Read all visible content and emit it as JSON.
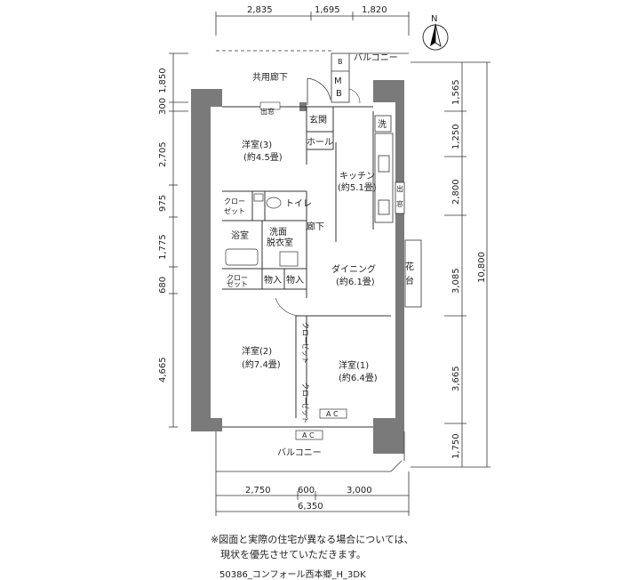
{
  "dims": {
    "top": [
      "2,835",
      "1,695",
      "1,820"
    ],
    "bottom": [
      "2,750",
      "600",
      "3,000"
    ],
    "bottom_total": "6,350",
    "left": [
      "1,850",
      "300",
      "2,705",
      "975",
      "1,775",
      "680",
      "4,665"
    ],
    "right": [
      "1,565",
      "1,250",
      "2,800",
      "3,085",
      "3,665",
      "1,750"
    ],
    "right_total": "10,800"
  },
  "labels": {
    "north": "N",
    "balcony_top": "バルコニー",
    "corridor": "共用廊下",
    "demado": "出窓",
    "genkan": "玄関",
    "hall": "ホール",
    "mb_b": "B",
    "mb": "MB",
    "sen": "洗",
    "room3": "洋室(3)",
    "room3_size": "(約4.5畳)",
    "kitchen": "キッチン",
    "kitchen_size": "(約5.1畳)",
    "closet": "クロー",
    "closet2": "ゼット",
    "toilet": "トイレ",
    "roka": "廊下",
    "yokushitsu": "浴室",
    "senmen": "洗面",
    "datsuishitsu": "脱衣室",
    "dining": "ダイニング",
    "dining_size": "(約6.1畳)",
    "kadai": "花台",
    "monoire": "物入",
    "room2": "洋室(2)",
    "room2_size": "(約7.4畳)",
    "room1": "洋室(1)",
    "room1_size": "(約6.4畳)",
    "ac": "A C",
    "balcony_bottom": "バルコニー"
  },
  "note_line1": "※図面と実際の住宅が異なる場合については、",
  "note_line2": "現状を優先させていただきます。",
  "footer": "50386_コンフォール西本郷_H_3DK"
}
